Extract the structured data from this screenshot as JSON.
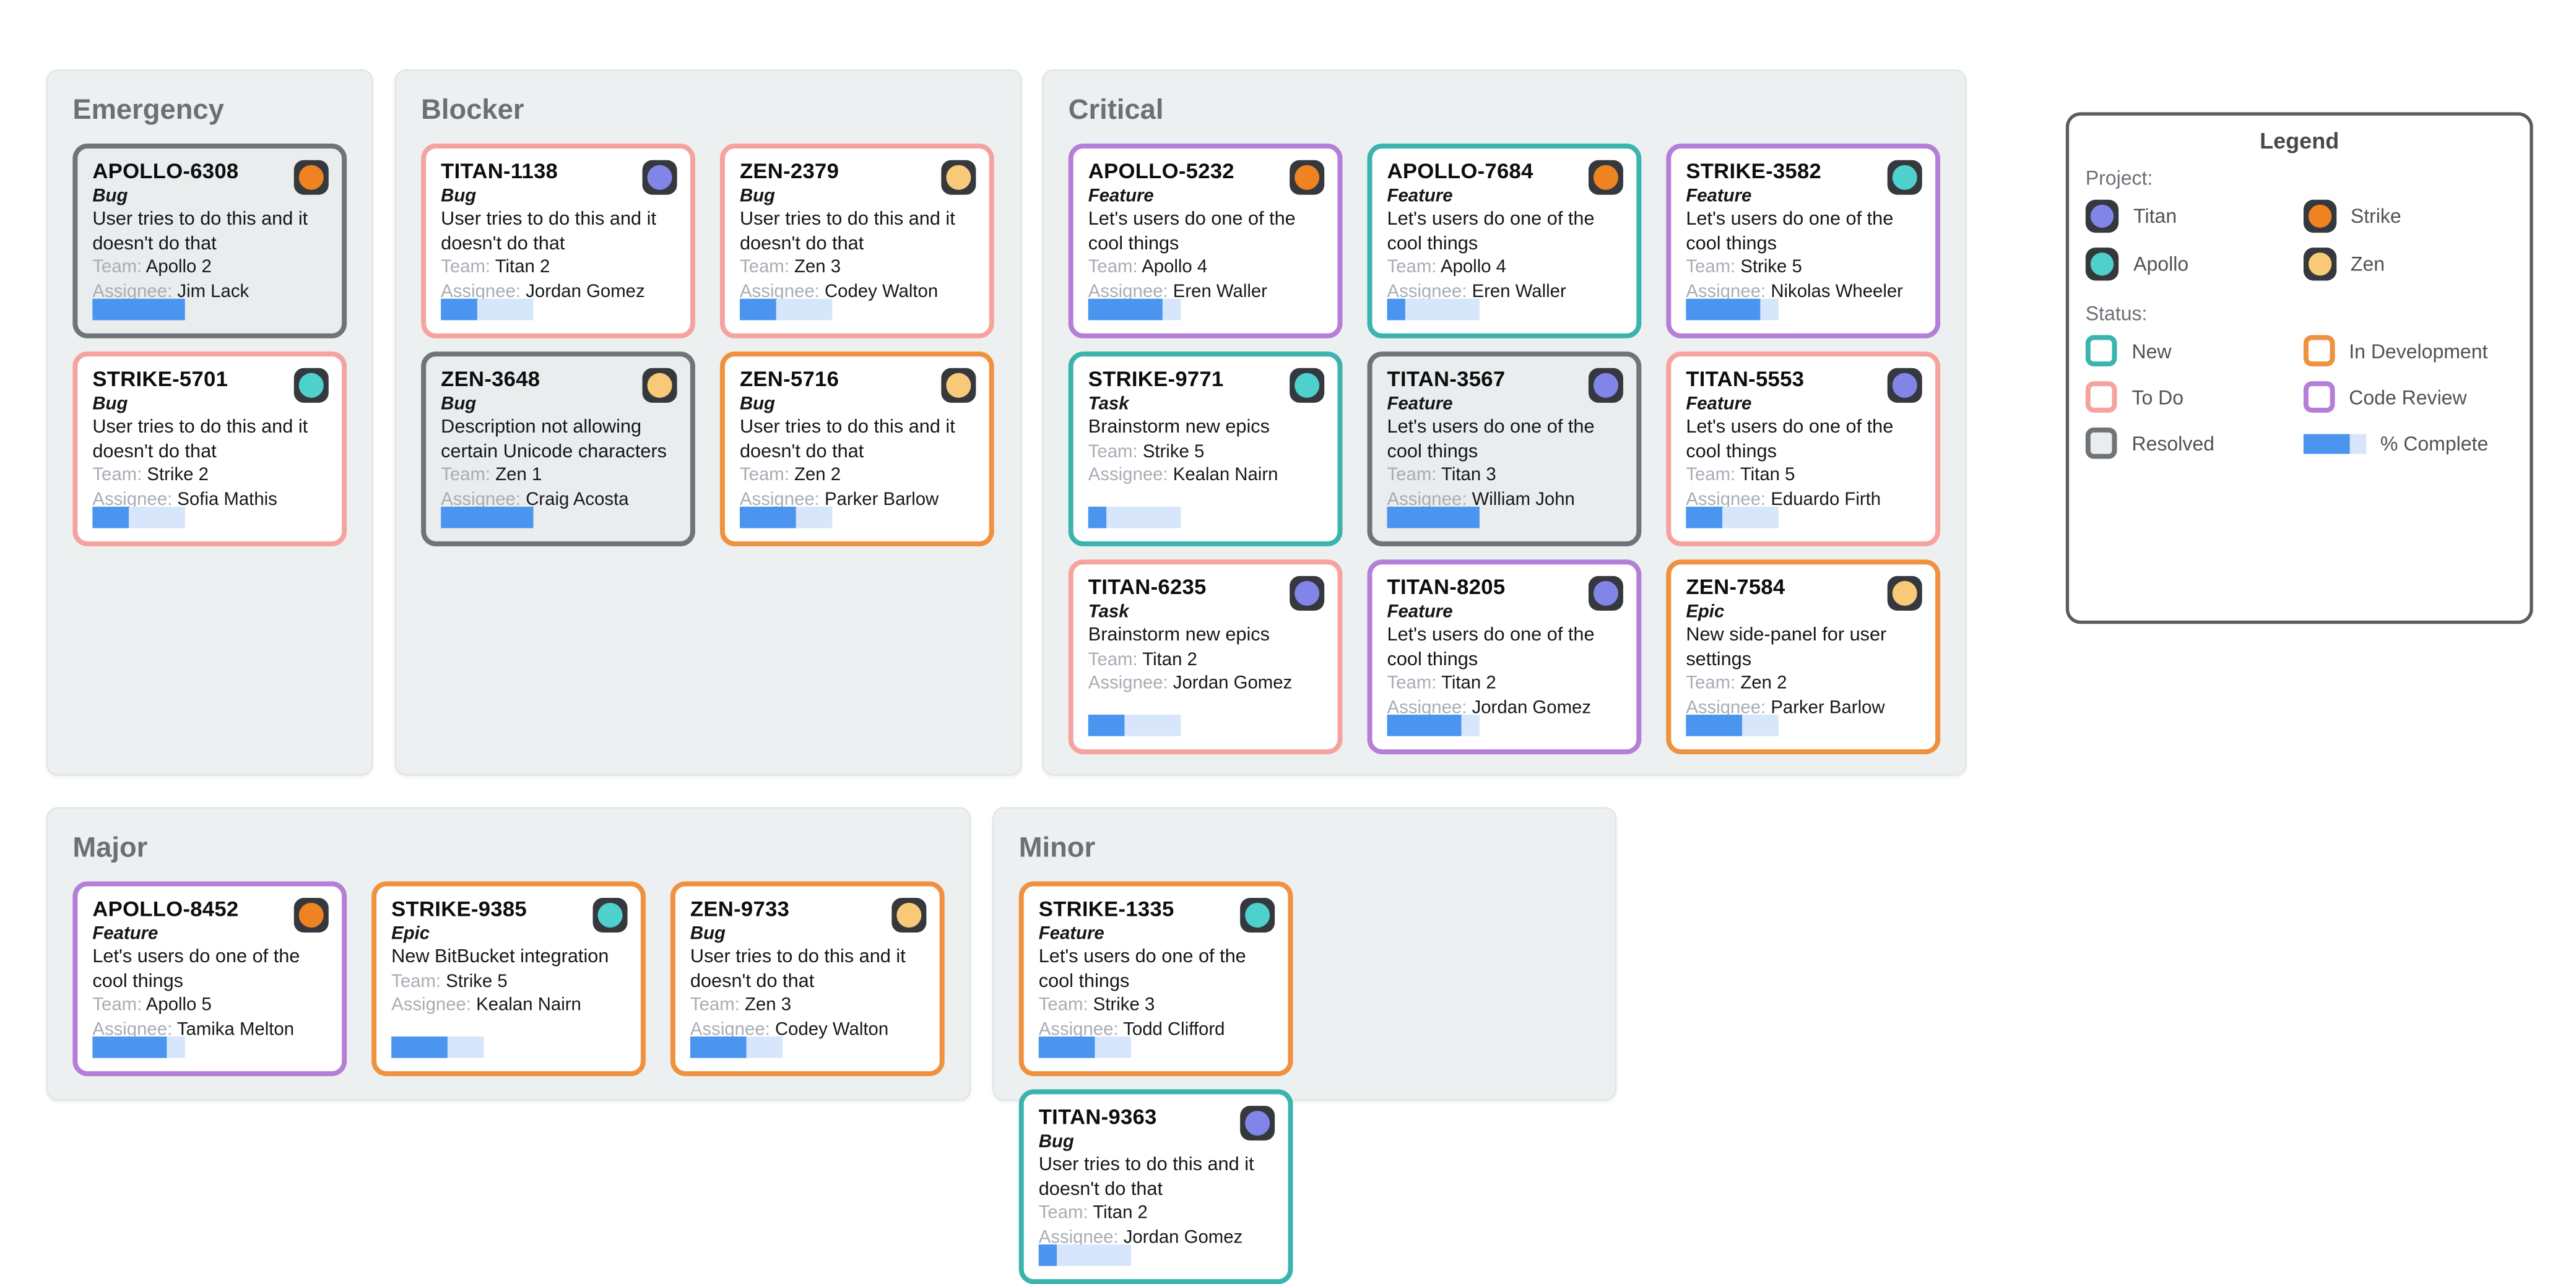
{
  "colors": {
    "project_colors": {
      "titan": "#8185e8",
      "strike": "#ef8322",
      "apollo": "#4ed0cd",
      "zen": "#f8c976"
    },
    "status_colors": {
      "new": "#3cb4ae",
      "in_development": "#f0913f",
      "to_do": "#f6a3a0",
      "code_review": "#b57fd8",
      "resolved": "#707478"
    },
    "resolved_card_bg": "#e9eded",
    "progress_fill": "#4b95f0",
    "progress_track": "#d7e6fb",
    "icon_chip_bg": "#35383d"
  },
  "labels": {
    "team": "Team:",
    "assignee": "Assignee:"
  },
  "board": {
    "columns": [
      {
        "title": "Emergency",
        "cards": [
          {
            "id": "APOLLO-6308",
            "type": "Bug",
            "description": "User tries to do this and it doesn't do that",
            "team": "Apollo 2",
            "assignee": "Jim Lack",
            "status": "resolved",
            "project_icon": "strike",
            "percent_complete": 100
          },
          {
            "id": "STRIKE-5701",
            "type": "Bug",
            "description": "User tries to do this and it doesn't do that",
            "team": "Strike 2",
            "assignee": "Sofia Mathis",
            "status": "to_do",
            "project_icon": "apollo",
            "percent_complete": 40
          }
        ]
      },
      {
        "title": "Blocker",
        "cards": [
          {
            "id": "TITAN-1138",
            "type": "Bug",
            "description": "User tries to do this and it doesn't do that",
            "team": "Titan 2",
            "assignee": "Jordan Gomez",
            "status": "to_do",
            "project_icon": "titan",
            "percent_complete": 40
          },
          {
            "id": "ZEN-2379",
            "type": "Bug",
            "description": "User tries to do this and it doesn't do that",
            "team": "Zen 3",
            "assignee": "Codey Walton",
            "status": "to_do",
            "project_icon": "zen",
            "percent_complete": 40
          },
          {
            "id": "ZEN-3648",
            "type": "Bug",
            "description": "Description not allowing certain Unicode characters",
            "team": "Zen 1",
            "assignee": "Craig Acosta",
            "status": "resolved",
            "project_icon": "zen",
            "percent_complete": 100
          },
          {
            "id": "ZEN-5716",
            "type": "Bug",
            "description": "User tries to do this and it doesn't do that",
            "team": "Zen 2",
            "assignee": "Parker Barlow",
            "status": "in_development",
            "project_icon": "zen",
            "percent_complete": 60
          }
        ]
      },
      {
        "title": "Critical",
        "cards": [
          {
            "id": "APOLLO-5232",
            "type": "Feature",
            "description": "Let's users do one of the cool things",
            "team": "Apollo 4",
            "assignee": "Eren Waller",
            "status": "code_review",
            "project_icon": "strike",
            "percent_complete": 80
          },
          {
            "id": "APOLLO-7684",
            "type": "Feature",
            "description": "Let's users do one of the cool things",
            "team": "Apollo 4",
            "assignee": "Eren Waller",
            "status": "new",
            "project_icon": "strike",
            "percent_complete": 20
          },
          {
            "id": "STRIKE-3582",
            "type": "Feature",
            "description": "Let's users do one of the cool things",
            "team": "Strike 5",
            "assignee": "Nikolas Wheeler",
            "status": "code_review",
            "project_icon": "apollo",
            "percent_complete": 80
          },
          {
            "id": "STRIKE-9771",
            "type": "Task",
            "description": "Brainstorm new epics",
            "team": "Strike 5",
            "assignee": "Kealan Nairn",
            "status": "new",
            "project_icon": "apollo",
            "percent_complete": 20
          },
          {
            "id": "TITAN-3567",
            "type": "Feature",
            "description": "Let's users do one of the cool things",
            "team": "Titan 3",
            "assignee": "William John",
            "status": "resolved",
            "project_icon": "titan",
            "percent_complete": 100
          },
          {
            "id": "TITAN-5553",
            "type": "Feature",
            "description": "Let's users do one of the cool things",
            "team": "Titan 5",
            "assignee": "Eduardo Firth",
            "status": "to_do",
            "project_icon": "titan",
            "percent_complete": 40
          },
          {
            "id": "TITAN-6235",
            "type": "Task",
            "description": "Brainstorm new epics",
            "team": "Titan 2",
            "assignee": "Jordan Gomez",
            "status": "to_do",
            "project_icon": "titan",
            "percent_complete": 40
          },
          {
            "id": "TITAN-8205",
            "type": "Feature",
            "description": "Let's users do one of the cool things",
            "team": "Titan 2",
            "assignee": "Jordan Gomez",
            "status": "code_review",
            "project_icon": "titan",
            "percent_complete": 80
          },
          {
            "id": "ZEN-7584",
            "type": "Epic",
            "description": "New side-panel for user settings",
            "team": "Zen 2",
            "assignee": "Parker Barlow",
            "status": "in_development",
            "project_icon": "zen",
            "percent_complete": 60
          }
        ]
      },
      {
        "title": "Major",
        "cards": [
          {
            "id": "APOLLO-8452",
            "type": "Feature",
            "description": "Let's users do one of the cool things",
            "team": "Apollo 5",
            "assignee": "Tamika Melton",
            "status": "code_review",
            "project_icon": "strike",
            "percent_complete": 80
          },
          {
            "id": "STRIKE-9385",
            "type": "Epic",
            "description": "New BitBucket integration",
            "team": "Strike 5",
            "assignee": "Kealan Nairn",
            "status": "in_development",
            "project_icon": "apollo",
            "percent_complete": 60
          },
          {
            "id": "ZEN-9733",
            "type": "Bug",
            "description": "User tries to do this and it doesn't do that",
            "team": "Zen 3",
            "assignee": "Codey Walton",
            "status": "in_development",
            "project_icon": "zen",
            "percent_complete": 60
          }
        ]
      },
      {
        "title": "Minor",
        "cards": [
          {
            "id": "STRIKE-1335",
            "type": "Feature",
            "description": "Let's users do one of the cool things",
            "team": "Strike 3",
            "assignee": "Todd Clifford",
            "status": "in_development",
            "project_icon": "apollo",
            "percent_complete": 60
          },
          {
            "id": "TITAN-9363",
            "type": "Bug",
            "description": "User tries to do this and it doesn't do that",
            "team": "Titan 2",
            "assignee": "Jordan Gomez",
            "status": "new",
            "project_icon": "titan",
            "percent_complete": 20
          }
        ]
      }
    ]
  },
  "legend": {
    "title": "Legend",
    "project_label": "Project:",
    "projects": [
      {
        "name": "Titan",
        "color_key": "titan"
      },
      {
        "name": "Strike",
        "color_key": "strike"
      },
      {
        "name": "Apollo",
        "color_key": "apollo"
      },
      {
        "name": "Zen",
        "color_key": "zen"
      }
    ],
    "status_label": "Status:",
    "statuses": [
      {
        "name": "New",
        "color_key": "new"
      },
      {
        "name": "In Development",
        "color_key": "in_development"
      },
      {
        "name": "To Do",
        "color_key": "to_do"
      },
      {
        "name": "Code Review",
        "color_key": "code_review"
      },
      {
        "name": "Resolved",
        "color_key": "resolved"
      }
    ],
    "percent_complete_label": "% Complete",
    "percent_complete_sample": 75
  }
}
